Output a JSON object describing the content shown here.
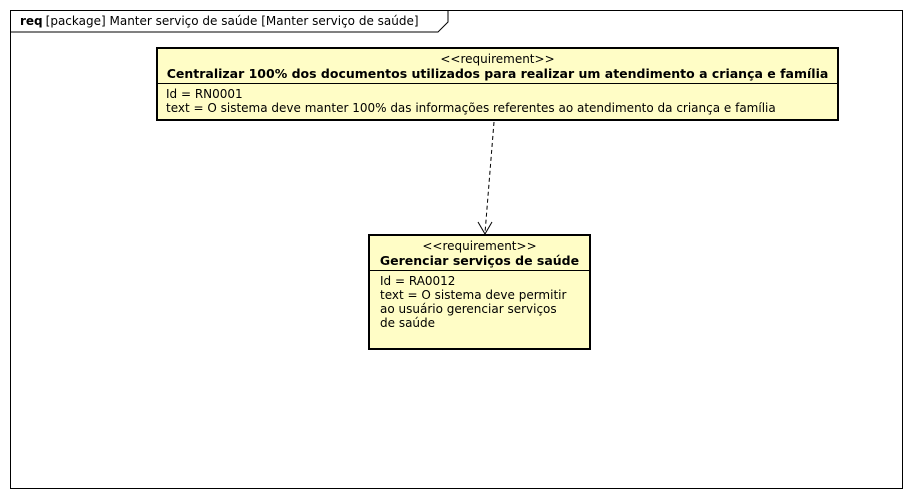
{
  "frame": {
    "keyword": "req",
    "title": "[package] Manter serviço de saúde [Manter serviço de saúde]"
  },
  "requirements": [
    {
      "stereotype": "<<requirement>>",
      "name": "Centralizar 100% dos documentos utilizados para realizar um atendimento a criança e família",
      "id_line": "Id = RN0001",
      "text_lines": [
        "text = O sistema deve manter 100% das informações referentes ao atendimento da criança e família"
      ]
    },
    {
      "stereotype": "<<requirement>>",
      "name": "Gerenciar serviços de saúde",
      "id_line": "Id = RA0012",
      "text_lines": [
        "text = O sistema deve permitir",
        "ao usuário gerenciar serviços",
        "de saúde"
      ]
    }
  ],
  "colors": {
    "requirement_fill": "#fffdc6",
    "stroke": "#000000"
  }
}
